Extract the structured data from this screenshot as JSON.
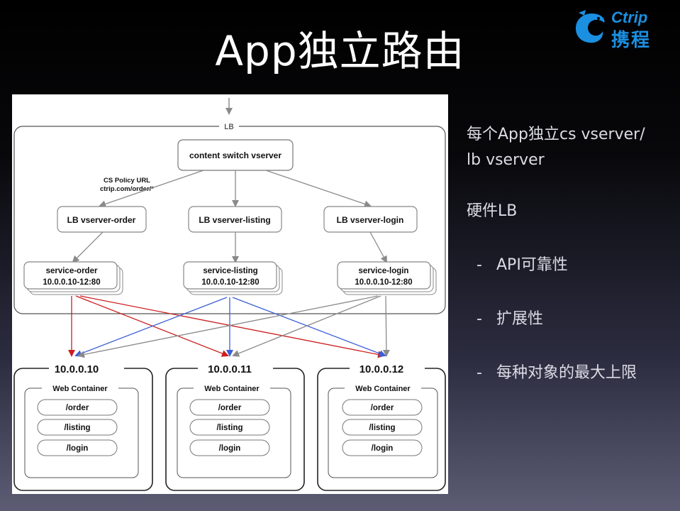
{
  "slide": {
    "title": "App独立路由",
    "logo": {
      "top": "Ctrip",
      "bottom": "携程"
    }
  },
  "diagram": {
    "lb_label": "LB",
    "content_switch": "content switch vserver",
    "policy_line1": "CS Policy URL",
    "policy_line2": "ctrip.com/order/*",
    "vservers": [
      "LB vserver-order",
      "LB vserver-listing",
      "LB vserver-login"
    ],
    "services": [
      {
        "name": "service-order",
        "addr": "10.0.0.10-12:80"
      },
      {
        "name": "service-listing",
        "addr": "10.0.0.10-12:80"
      },
      {
        "name": "service-login",
        "addr": "10.0.0.10-12:80"
      }
    ],
    "hosts": [
      {
        "ip": "10.0.0.10",
        "container": "Web Container",
        "paths": [
          "/order",
          "/listing",
          "/login"
        ]
      },
      {
        "ip": "10.0.0.11",
        "container": "Web Container",
        "paths": [
          "/order",
          "/listing",
          "/login"
        ]
      },
      {
        "ip": "10.0.0.12",
        "container": "Web Container",
        "paths": [
          "/order",
          "/listing",
          "/login"
        ]
      }
    ],
    "colors": {
      "order_edge": "#cc1f1f",
      "listing_edge": "#3b5fd6",
      "login_edge": "#8a8a8a"
    }
  },
  "bullets": {
    "line1": "每个App独立cs vserver/",
    "line2": "lb vserver",
    "line3": "硬件LB",
    "subs": [
      "API可靠性",
      "扩展性",
      "每种对象的最大上限"
    ],
    "dash": "-"
  }
}
